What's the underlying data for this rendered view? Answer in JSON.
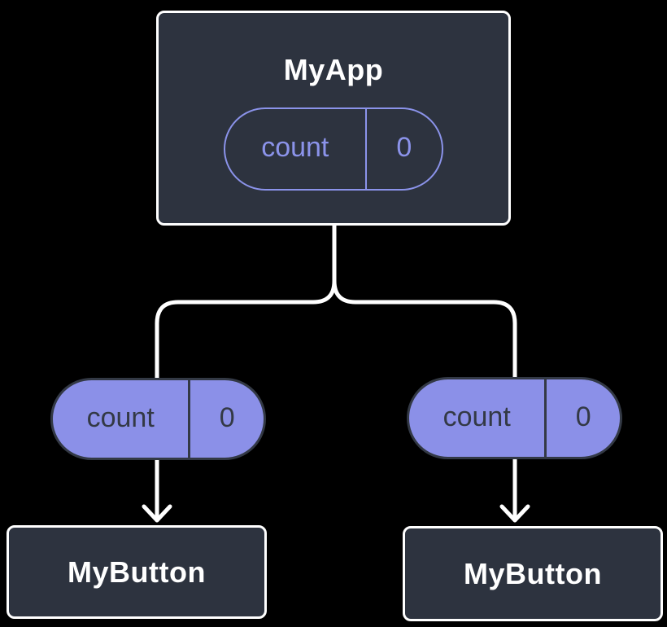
{
  "diagram": {
    "description": "Component tree with shared state lifted to parent",
    "root": {
      "title": "MyApp",
      "state": {
        "name": "count",
        "value": "0"
      }
    },
    "children": [
      {
        "title": "MyButton",
        "state": {
          "name": "count",
          "value": "0"
        }
      },
      {
        "title": "MyButton",
        "state": {
          "name": "count",
          "value": "0"
        }
      }
    ],
    "colors": {
      "background": "#000000",
      "box_fill": "#2d333f",
      "box_border": "#ffffff",
      "purple": "#8b90e8",
      "pill_outline_purple": "#8b93ea",
      "pill_dark_accent": "#333945",
      "connector_line": "#ffffff"
    }
  }
}
